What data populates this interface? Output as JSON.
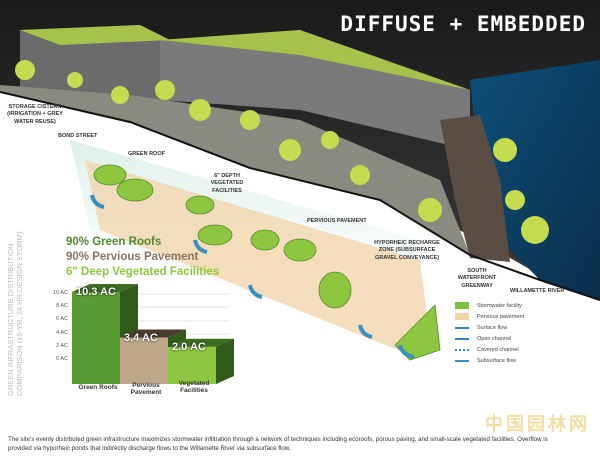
{
  "title": "DIFFUSE + EMBEDDED",
  "callouts": {
    "storage_cistern": "STORAGE CISTERN (IRRIGATION + GREY WATER REUSE)",
    "bond_street": "BOND STREET",
    "green_roof": "GREEN ROOF",
    "vegetated_facilities": "6\" DEPTH VEGETATED FACILITIES",
    "pervious_pavement": "PERVIOUS PAVEMENT",
    "hyporheic": "HYPORHEIC RECHARGE ZONE (SUBSURFACE GRAVEL CONVEYANCE)",
    "greenway": "SOUTH WATERFRONT GREENWAY",
    "river": "WILLAMETTE RIVER"
  },
  "legend": [
    {
      "label": "Stormwater facility",
      "color": "#7cc242"
    },
    {
      "label": "Pervious pavement",
      "color": "#f2d3a8"
    },
    {
      "label": "Surface flow",
      "color": "#3a7fc1"
    },
    {
      "label": "Open channel",
      "color": "#3a7fc1"
    },
    {
      "label": "Covered channel",
      "color": "#3a7fc1"
    },
    {
      "label": "Subsurface flow",
      "color": "#3a8fc1"
    }
  ],
  "chart_data": {
    "type": "bar",
    "title": "GREEN INFRASTRUCTURE DISTRIBUTION COMPARISON (10-YR, 24 HR DESIGN STORM):",
    "headings": [
      "90% Green Roofs",
      "90% Pervious Pavement",
      "6\" Deep Vegetated Facilities"
    ],
    "heading_colors": [
      "#4f8a2a",
      "#8a7560",
      "#8dc63f"
    ],
    "categories": [
      "Green Roofs",
      "Pervious Pavement",
      "Vegetated Facilities"
    ],
    "values": [
      10.3,
      3.4,
      2.0
    ],
    "value_labels": [
      "10.3 AC",
      "3.4 AC",
      "2.0 AC"
    ],
    "colors": [
      "#5a9a32",
      "#bfa88a",
      "#8dc63f"
    ],
    "yticks": [
      "10 AC",
      "8 AC",
      "6 AC",
      "4 AC",
      "2 AC",
      "0 AC"
    ],
    "ylim": [
      0,
      10
    ]
  },
  "caption": "The site's evenly distributed green infrastructure maximizes stormwater infiltration through a network of techniques including ecoroofs, porous paving, and small-scale vegetated facilities.  Overflow is provided via hyporheic ponds that indirectly discharge flows to the Willamette River via subsurface flow.",
  "watermark": "中国园林网"
}
